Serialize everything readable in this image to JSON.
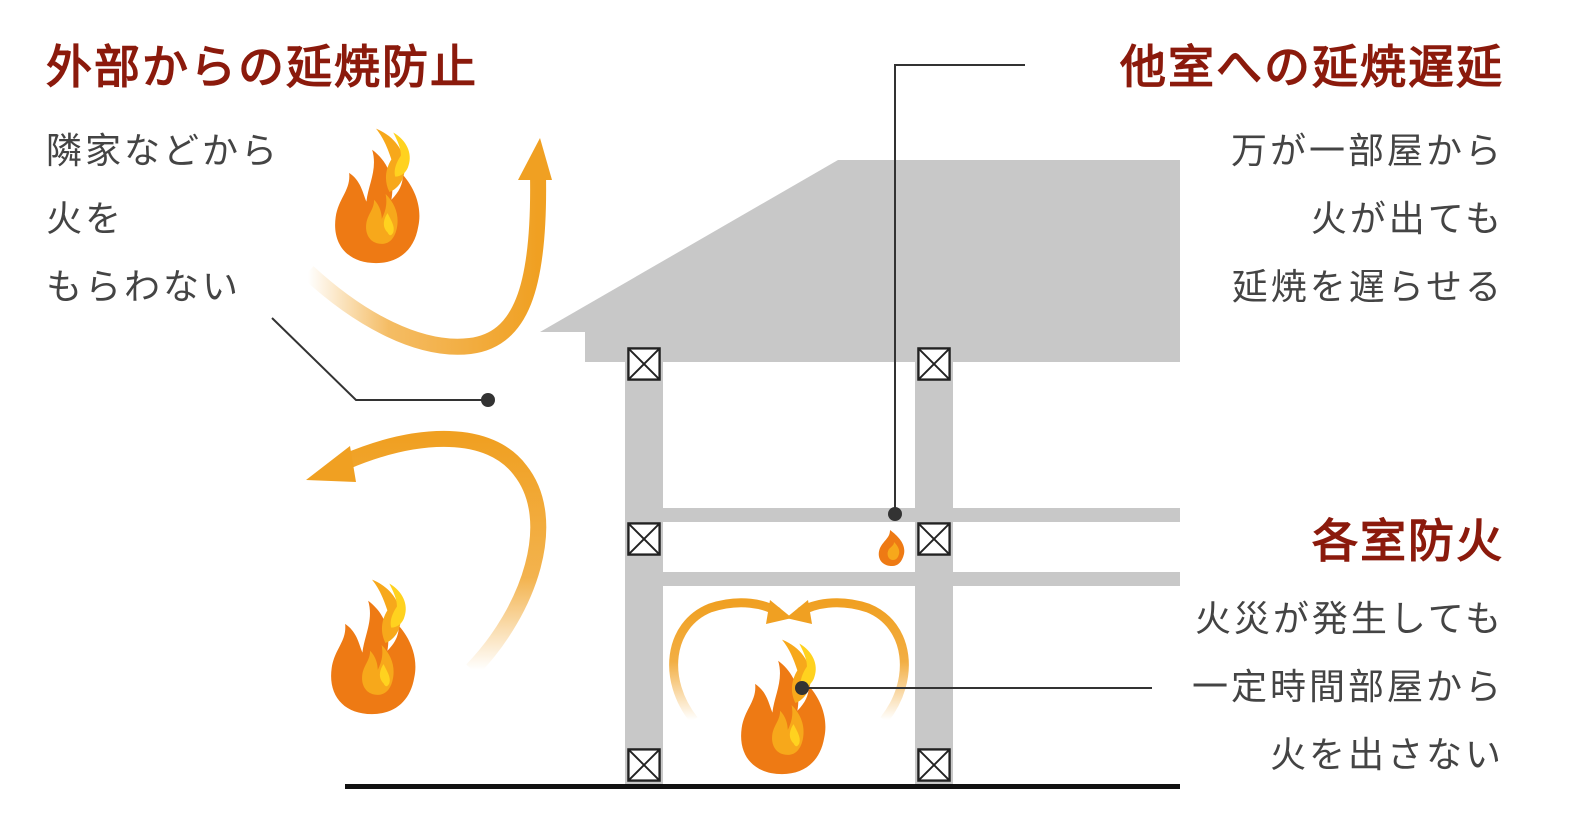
{
  "colors": {
    "heading": "#8b1a0c",
    "body_text": "#444444",
    "structure": "#c8c8c8",
    "leader_line": "#333333",
    "ground_line": "#111111",
    "flame_outer": "#ee7a14",
    "flame_mid": "#f7a81b",
    "flame_inner": "#ffd21f",
    "arrow": "#f0a022"
  },
  "icons": [
    "flame-icon",
    "curved-arrow-icon",
    "fire-damper-icon"
  ],
  "left_section": {
    "heading": "外部からの延焼防止",
    "lines": [
      "隣家などから",
      "火を",
      "もらわない"
    ]
  },
  "right_top_section": {
    "heading": "他室への延焼遅延",
    "lines": [
      "万が一部屋から",
      "火が出ても",
      "延焼を遅らせる"
    ]
  },
  "right_bottom_section": {
    "heading": "各室防火",
    "lines": [
      "火災が発生しても",
      "一定時間部屋から",
      "火を出さない"
    ]
  }
}
